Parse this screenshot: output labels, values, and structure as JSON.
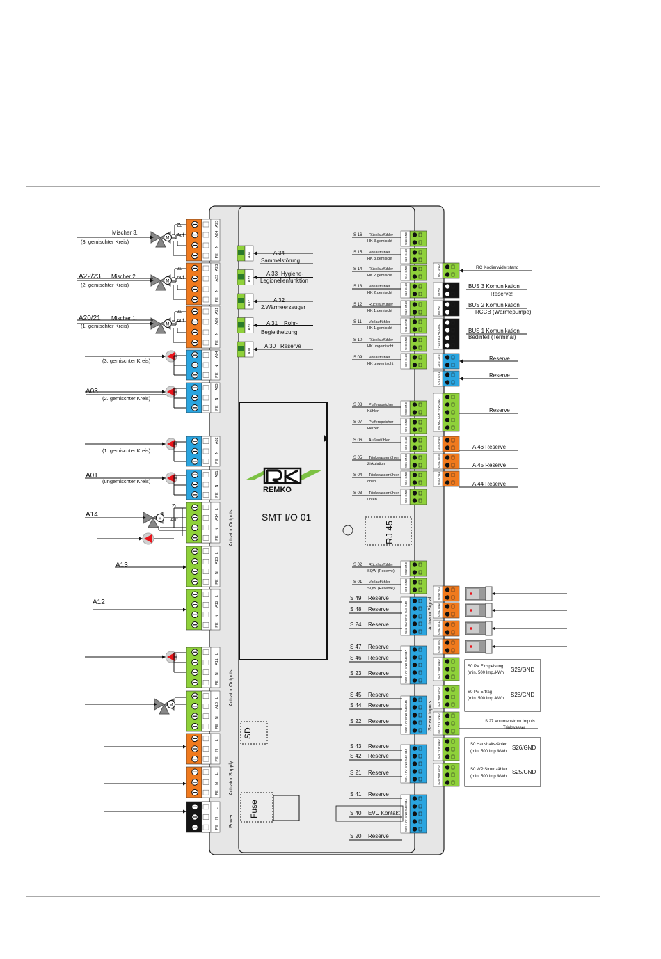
{
  "colors": {
    "orange": "#f07a1e",
    "green": "#8fd13a",
    "blue": "#2aa5e0",
    "black": "#151515",
    "grey_panel": "#e6e6e6",
    "inner_panel": "#ececec",
    "red": "#e8141b"
  },
  "board": {
    "model": "SMT I/O 01",
    "brand": "REMKO",
    "rj45": "RJ 45",
    "sd": "SD",
    "fuse": "Fuse",
    "sections": {
      "actuator_outputs_1": "Actuator Outputs",
      "actuator_outputs_2": "Actuator Outputs",
      "actuator_supply": "Actuator Supply",
      "power": "Power",
      "sensor_inputs": "Sensor Inputs",
      "actuator_signal": "Actuator Signal"
    }
  },
  "left_labels": [
    {
      "id": "mischer3",
      "text": "Mischer 3.",
      "sub": "(3. gemischter Kreis)",
      "zu": "Zu",
      "auf": "Auf",
      "term": [
        "PE",
        "N",
        "A24",
        "A25"
      ]
    },
    {
      "id": "mischer2",
      "code": "A22/23",
      "text": "Mischer 2.",
      "sub": "(2. gemischter Kreis)",
      "zu": "Zu",
      "auf": "Auf",
      "term": [
        "PE",
        "N",
        "A22",
        "A23"
      ]
    },
    {
      "id": "mischer1",
      "code": "A20/21",
      "text": "Mischer 1.",
      "sub": "(1. gemischter Kreis)",
      "zu": "Zu",
      "auf": "Auf",
      "term": [
        "PE",
        "N",
        "A20",
        "A21"
      ]
    },
    {
      "id": "a04",
      "sub": "(3. gemischter Kreis)",
      "term": [
        "PE",
        "N",
        "A04"
      ]
    },
    {
      "id": "a03",
      "code": "A03",
      "sub": "(2. gemischter Kreis)",
      "term": [
        "PE",
        "N",
        "A03"
      ]
    },
    {
      "id": "a02",
      "sub": "(1. gemischter Kreis)",
      "term": [
        "PE",
        "N",
        "A02"
      ]
    },
    {
      "id": "a01",
      "code": "A01",
      "sub": "(ungemischter Kreis)",
      "term": [
        "PE",
        "N",
        "A01"
      ]
    },
    {
      "id": "a14",
      "code": "A14",
      "zu": "Zu",
      "auf": "Auf",
      "term": [
        "PE",
        "N",
        "A14",
        "L"
      ]
    },
    {
      "id": "a13",
      "code": "A13",
      "term": [
        "PE",
        "N",
        "A13",
        "L"
      ]
    },
    {
      "id": "a12",
      "code": "A12",
      "term": [
        "PE",
        "N",
        "A12",
        "L"
      ]
    },
    {
      "id": "a11",
      "term": [
        "PE",
        "N",
        "A11",
        "L"
      ]
    },
    {
      "id": "a10",
      "term": [
        "PE",
        "N",
        "A10",
        "L"
      ]
    },
    {
      "id": "sup1",
      "term": [
        "PE",
        "N",
        "L"
      ]
    },
    {
      "id": "sup2",
      "term": [
        "PE",
        "N",
        "L"
      ]
    },
    {
      "id": "pwr",
      "term": [
        "PE",
        "N",
        "L"
      ]
    }
  ],
  "relay_outputs": [
    {
      "code": "A 34",
      "text": "Sammelstörung",
      "term": "A34"
    },
    {
      "code": "A 33",
      "text": "Hygiene-",
      "text2": "Legionellenfunktion",
      "term": "A33"
    },
    {
      "code": "A 32",
      "text": "2.Wärmeerzeuger",
      "term": "A32"
    },
    {
      "code": "A 31",
      "text": "Rohr-",
      "text2": "Begleitheizung",
      "term": "A31"
    },
    {
      "code": "A 30",
      "text": "Reserve",
      "term": "A30"
    }
  ],
  "sensors_top": [
    {
      "code": "S 16",
      "l1": "Rücklauffühler",
      "l2": "HK 3.gemischt",
      "term": "S16 GND"
    },
    {
      "code": "S 15",
      "l1": "Vorlauffühler",
      "l2": "HK 3.gemischt",
      "term": "S15 GND"
    },
    {
      "code": "S 14",
      "l1": "Rücklauffühler",
      "l2": "HK 2.gemischt",
      "term": "S14 GND"
    },
    {
      "code": "S 13",
      "l1": "Vorlauffühler",
      "l2": "HK 2.gemischt",
      "term": "S13 GND"
    },
    {
      "code": "S 12",
      "l1": "Rücklauffühler",
      "l2": "HK 1.gemischt",
      "term": "S12 GND"
    },
    {
      "code": "S 11",
      "l1": "Vorlauffühler",
      "l2": "HK 1.gemischt",
      "term": "S11 GND"
    },
    {
      "code": "S 10",
      "l1": "Rücklauffühler",
      "l2": "HK ungemischt",
      "term": "S10 GND"
    },
    {
      "code": "S 09",
      "l1": "Vorlauffühler",
      "l2": "HK ungemischt",
      "term": "S09 GND"
    }
  ],
  "sensors_mid": [
    {
      "code": "S 08",
      "l1": "Pufferspeicher",
      "l2": "Kühlen",
      "term": "S08 GND"
    },
    {
      "code": "S 07",
      "l1": "Pufferspeicher",
      "l2": "Heizen",
      "term": "S07 GND"
    },
    {
      "code": "S 06",
      "l1": "Außenfühler",
      "l2": "",
      "term": "S06 GND"
    },
    {
      "code": "S 05",
      "l1": "Trinkwasserfühler",
      "l2": "Zirkulation",
      "term": "S05 GND"
    },
    {
      "code": "S 04",
      "l1": "Trinkwasserfühler",
      "l2": "oben",
      "term": "S04 GND"
    },
    {
      "code": "S 03",
      "l1": "Trinkwasserfühler",
      "l2": "unten",
      "term": "S03 GND"
    },
    {
      "code": "S 02",
      "l1": "Rücklauffühler",
      "l2": "SQW (Reserve)",
      "term": "S02 GND"
    },
    {
      "code": "S 01",
      "l1": "Vorlauffühler",
      "l2": "SQW (Reserve)",
      "term": "S01 GND"
    }
  ],
  "sensors_bottom": [
    {
      "code": "S 49",
      "text": "Reserve"
    },
    {
      "code": "S 48",
      "text": "Reserve"
    },
    {
      "code": "S 24",
      "text": "Reserve"
    },
    {
      "code": "S 47",
      "text": "Reserve"
    },
    {
      "code": "S 46",
      "text": "Reserve"
    },
    {
      "code": "S 23",
      "text": "Reserve"
    },
    {
      "code": "S 45",
      "text": "Reserve"
    },
    {
      "code": "S 44",
      "text": "Reserve"
    },
    {
      "code": "S 22",
      "text": "Reserve"
    },
    {
      "code": "S 43",
      "text": "Reserve"
    },
    {
      "code": "S 42",
      "text": "Reserve"
    },
    {
      "code": "S 21",
      "text": "Reserve"
    },
    {
      "code": "S 41",
      "text": "Reserve"
    },
    {
      "code": "S 40",
      "text": "EVU Kontakt"
    },
    {
      "code": "S 20",
      "text": "Reserve"
    }
  ],
  "bottom_terms": [
    "S24 +5V GND S48 S49",
    "S23 +5V GND S46 S47",
    "S22 +5V GND S44 S45",
    "S21 +5V GND S42 S43",
    "S20 +5V GND S40 S41"
  ],
  "right_labels": {
    "rc": "RC  Kodierwiderstand",
    "rc_term": "RC GND",
    "bus3": "BUS 3 Komunikation",
    "bus3b": "Reserve!",
    "bus3_term": "B3 A3",
    "bus2": "BUS 2 Komunikation",
    "bus2b": "RCCB (Wärmepumpe)",
    "bus2_term": "B2 A2",
    "bus1": "BUS 1 Komunikation",
    "bus1b": "Bedinteil (Terminal)",
    "bus1_term": "+12V B1 A1 GND",
    "reserve_ot2": "Reserve",
    "ot2_term": "OT2 OT2",
    "reserve_ot1": "Reserve",
    "ot1_term": "OT1 OT1",
    "reserve_mbus": "Reserve",
    "mbus_term": "M1 MO CLK +5V GND",
    "a46": "A 46  Reserve",
    "a46_term": "GND A46",
    "a45": "A 45  Reserve",
    "a45_term": "GND A45",
    "a44": "A 44  Reserve",
    "a44_term": "GND A44",
    "sig_terms": [
      "GND A43",
      "GND A42",
      "GND A41",
      "GND A40"
    ],
    "s0pv1": "S0 PV  Einspeisung",
    "s0pv1b": "(min. 500 Imp./kWh",
    "s29": "S29/GND",
    "s0pv2": "S0 PV Ertrag",
    "s0pv2b": "(min. 500 Imp./kWh",
    "s28": "S28/GND",
    "s27": "S 27 Volumenstrom Impuls",
    "s27b": "Trinkwasser",
    "s0h": "S0  Haushaltszähler",
    "s0hb": "(min. 500 Imp./kWh",
    "s26": "S26/GND",
    "s0wp": "S0  WP Stromzähler",
    "s0wpb": "(min. 500 Imp./kWh",
    "s25": "S25/GND",
    "imp_terms": [
      "S29 +5V GND",
      "S28 +5V GND",
      "S27 +5V GND",
      "S26 +5V GND",
      "S25 +5V GND"
    ]
  }
}
